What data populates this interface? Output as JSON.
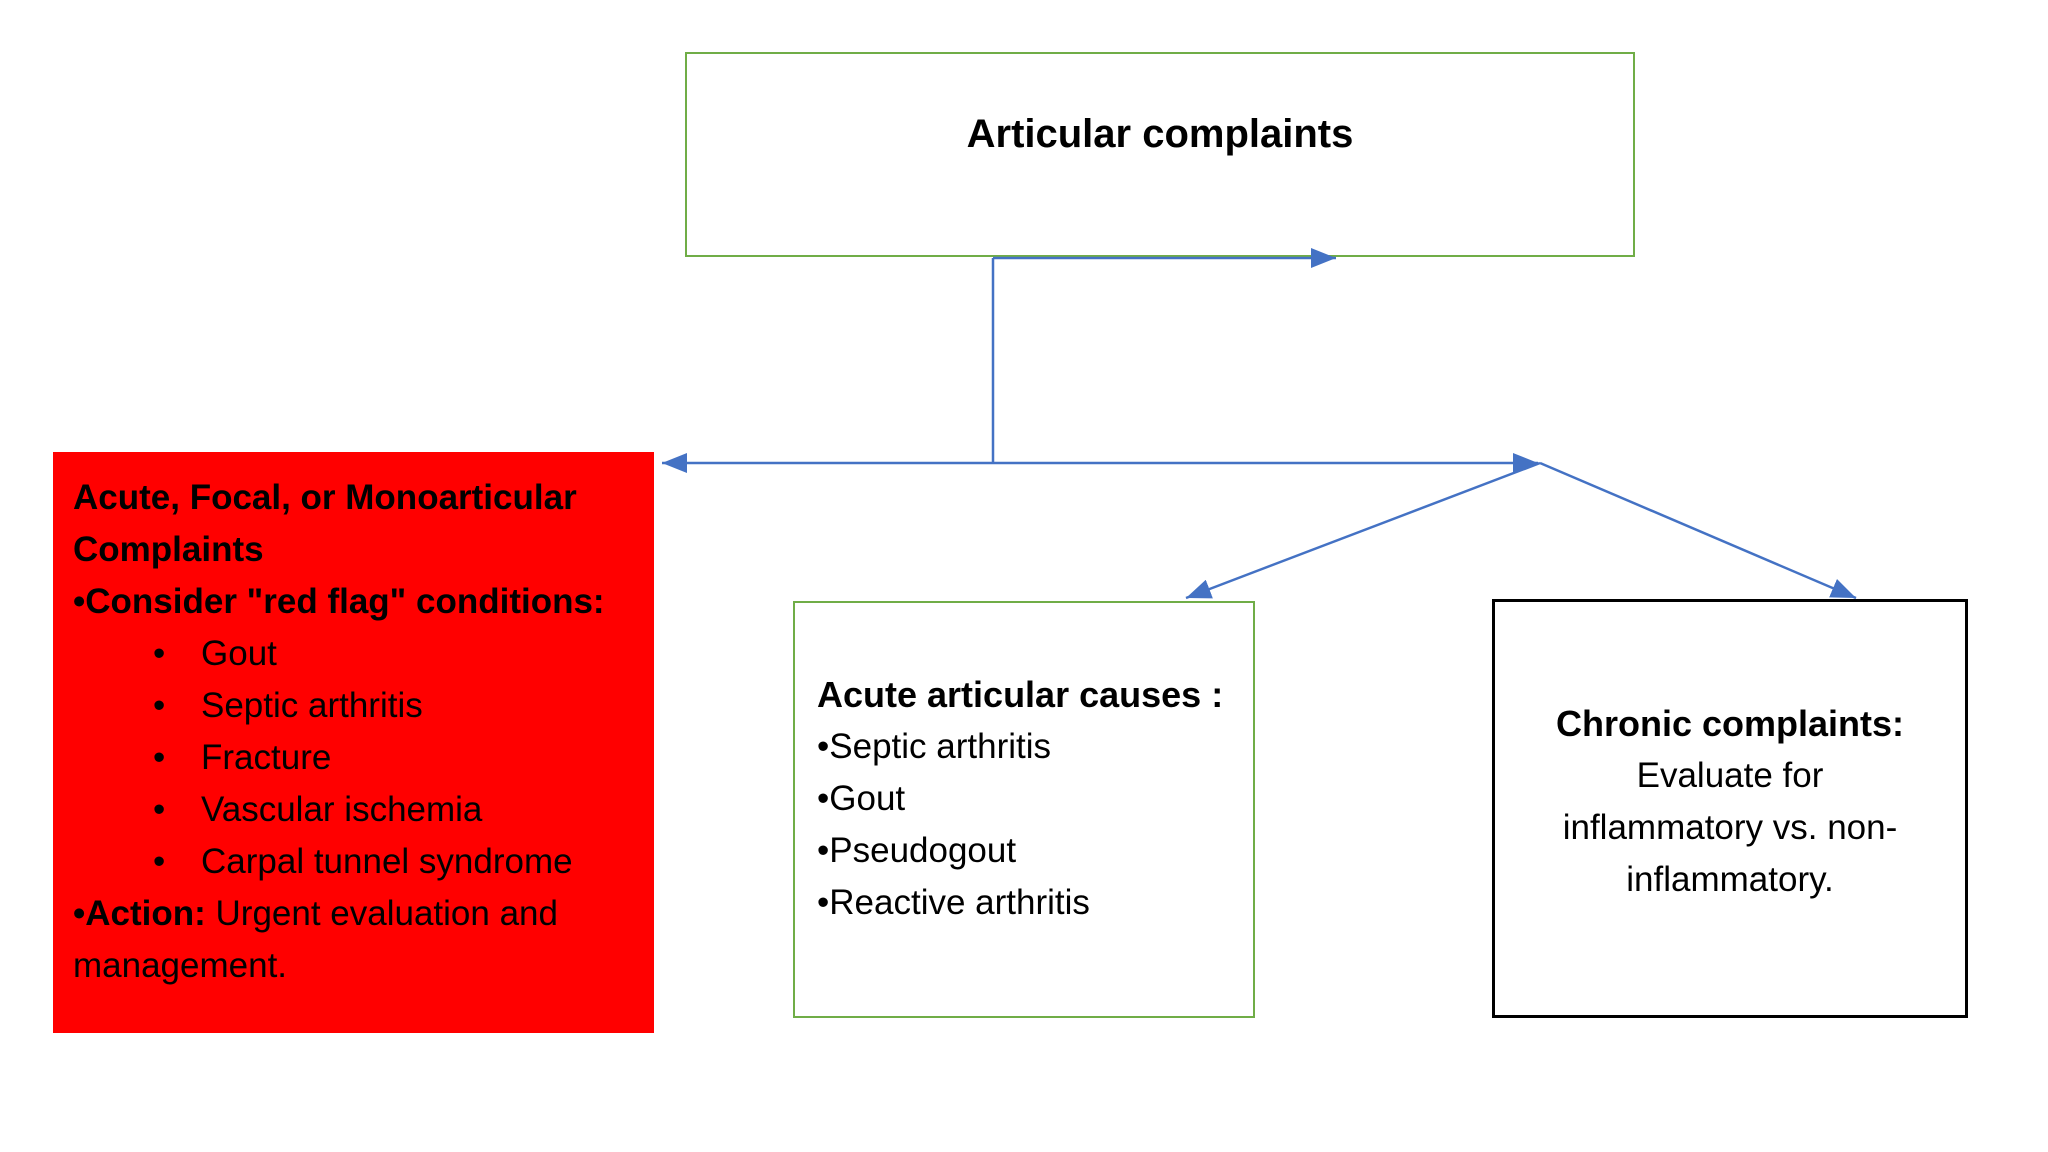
{
  "colors": {
    "green-border": "#70AD47",
    "red-fill": "#FF0000",
    "black-border": "#000000",
    "connector-blue": "#4472C4",
    "text": "#000000",
    "background": "#FFFFFF"
  },
  "icons": {
    "bullet": "•"
  },
  "nodes": {
    "root": {
      "title": "Articular complaints"
    },
    "red_flag": {
      "heading_lines": [
        "Acute, Focal, or Monoarticular",
        "Complaints"
      ],
      "consider_heading": "•Consider \"red flag\" conditions:",
      "bullets": [
        "Gout",
        "Septic arthritis",
        "Fracture",
        "Vascular ischemia",
        "Carpal tunnel syndrome"
      ],
      "action_label": "•Action:",
      "action_text_line1": " Urgent evaluation and",
      "action_text_line2": "management."
    },
    "acute": {
      "heading": "Acute articular causes :",
      "bullets": [
        "Septic arthritis",
        "Gout",
        "Pseudogout",
        "Reactive arthritis"
      ]
    },
    "chronic": {
      "heading": "Chronic complaints:",
      "body_lines": [
        "Evaluate for",
        "inflammatory vs. non-",
        "inflammatory."
      ]
    }
  }
}
